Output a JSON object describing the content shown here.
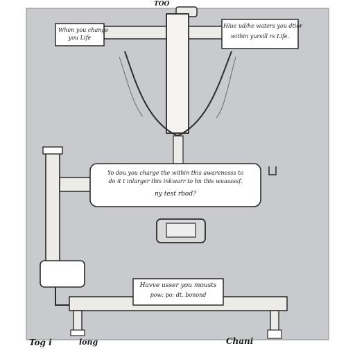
{
  "top_label": "TOO",
  "boxes": {
    "top_left": [
      "When you change",
      "you Life"
    ],
    "top_right": [
      "Hlue ud/he waters you dtior",
      "within yursill rs Life."
    ],
    "middle": [
      "Yo dou you charge the within this awarenesss to",
      "do it t inlarger this inkwarr to hn this wuassssf.",
      "ny test rbod?"
    ],
    "bottom": [
      "Havve usser you mousts",
      "pow: po: dt. bonond"
    ]
  },
  "bottom_labels": {
    "left": "Tog i",
    "center_left": "long",
    "center_right": "Chani"
  },
  "colors": {
    "background": "#ffffff",
    "panel": "#c9cacd",
    "pipe": "#ecebe8",
    "ink": "#2b2b2b"
  }
}
